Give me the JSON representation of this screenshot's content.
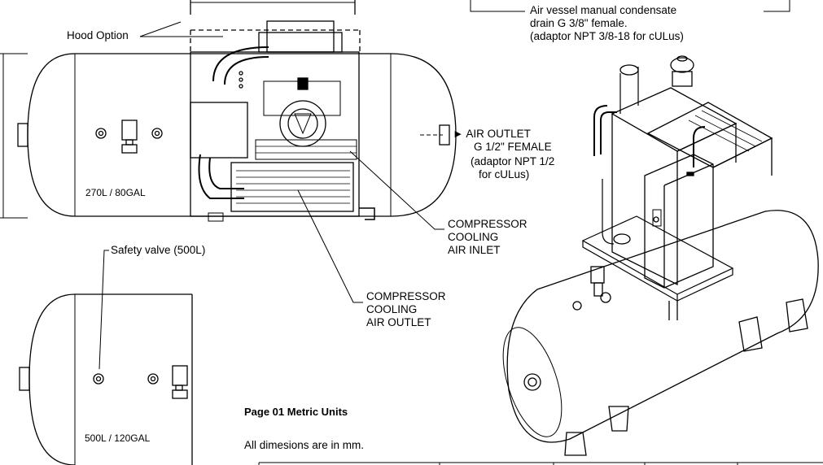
{
  "labels": {
    "hood_option": "Hood Option",
    "condensate_drain_line1": "Air vessel manual condensate",
    "condensate_drain_line2": "drain G 3/8\" female.",
    "condensate_drain_line3": "(adaptor NPT 3/8-18 for cULus)",
    "air_outlet_line1": "► AIR OUTLET",
    "air_outlet_line2": "G 1/2\" FEMALE",
    "air_outlet_line3": "(adaptor NPT 1/2",
    "air_outlet_line4": "for cULus)",
    "tank_270": "270L / 80GAL",
    "cooling_inlet_line1": "COMPRESSOR",
    "cooling_inlet_line2": "COOLING",
    "cooling_inlet_line3": "AIR INLET",
    "safety_valve": "Safety valve (500L)",
    "cooling_outlet_line1": "COMPRESSOR",
    "cooling_outlet_line2": "COOLING",
    "cooling_outlet_line3": "AIR OUTLET",
    "tank_500": "500L / 120GAL",
    "page_title": "Page 01  Metric Units",
    "dimension_note": "All dimesions are in mm."
  }
}
